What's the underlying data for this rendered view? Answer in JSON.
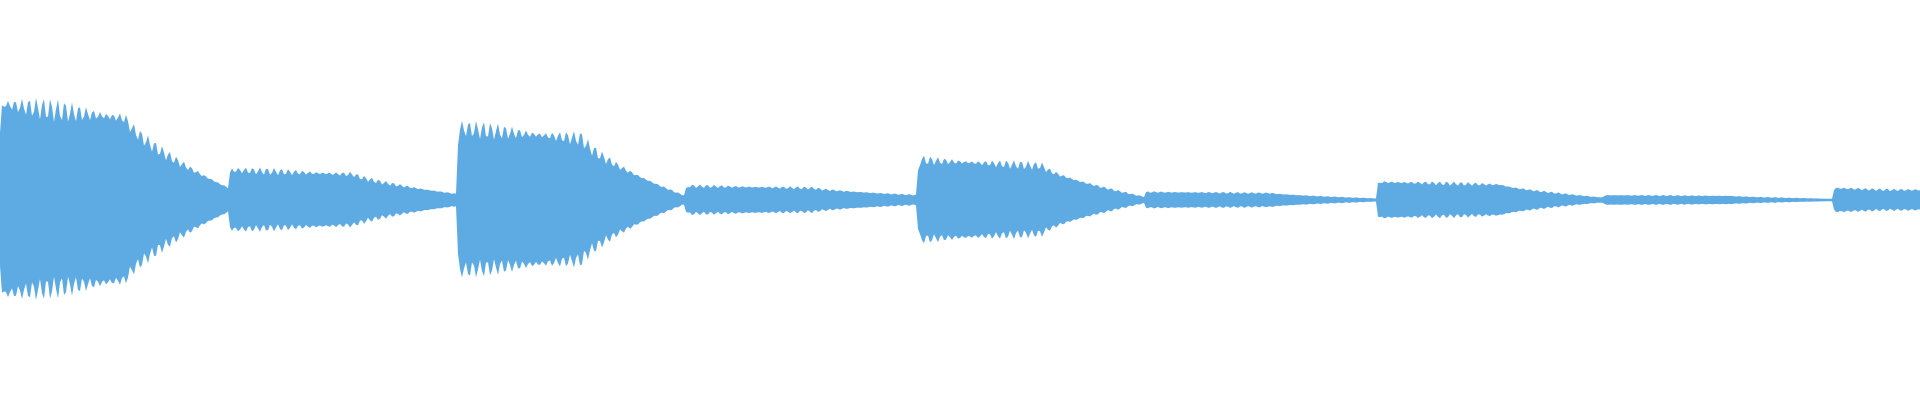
{
  "waveform": {
    "color": "#5eaae3",
    "baseline_fraction": 0.5,
    "segments": [
      {
        "start": 0.0,
        "end": 0.119,
        "peak": 0.24,
        "tail": 0.03
      },
      {
        "start": 0.119,
        "end": 0.238,
        "peak": 0.075,
        "tail": 0.015
      },
      {
        "start": 0.238,
        "end": 0.357,
        "peak": 0.18,
        "tail": 0.01
      },
      {
        "start": 0.357,
        "end": 0.478,
        "peak": 0.035,
        "tail": 0.012
      },
      {
        "start": 0.478,
        "end": 0.596,
        "peak": 0.1,
        "tail": 0.008
      },
      {
        "start": 0.596,
        "end": 0.717,
        "peak": 0.02,
        "tail": 0.004
      },
      {
        "start": 0.717,
        "end": 0.835,
        "peak": 0.045,
        "tail": 0.006
      },
      {
        "start": 0.835,
        "end": 0.955,
        "peak": 0.012,
        "tail": 0.003
      },
      {
        "start": 0.955,
        "end": 1.0,
        "peak": 0.03,
        "tail": 0.025
      }
    ]
  }
}
